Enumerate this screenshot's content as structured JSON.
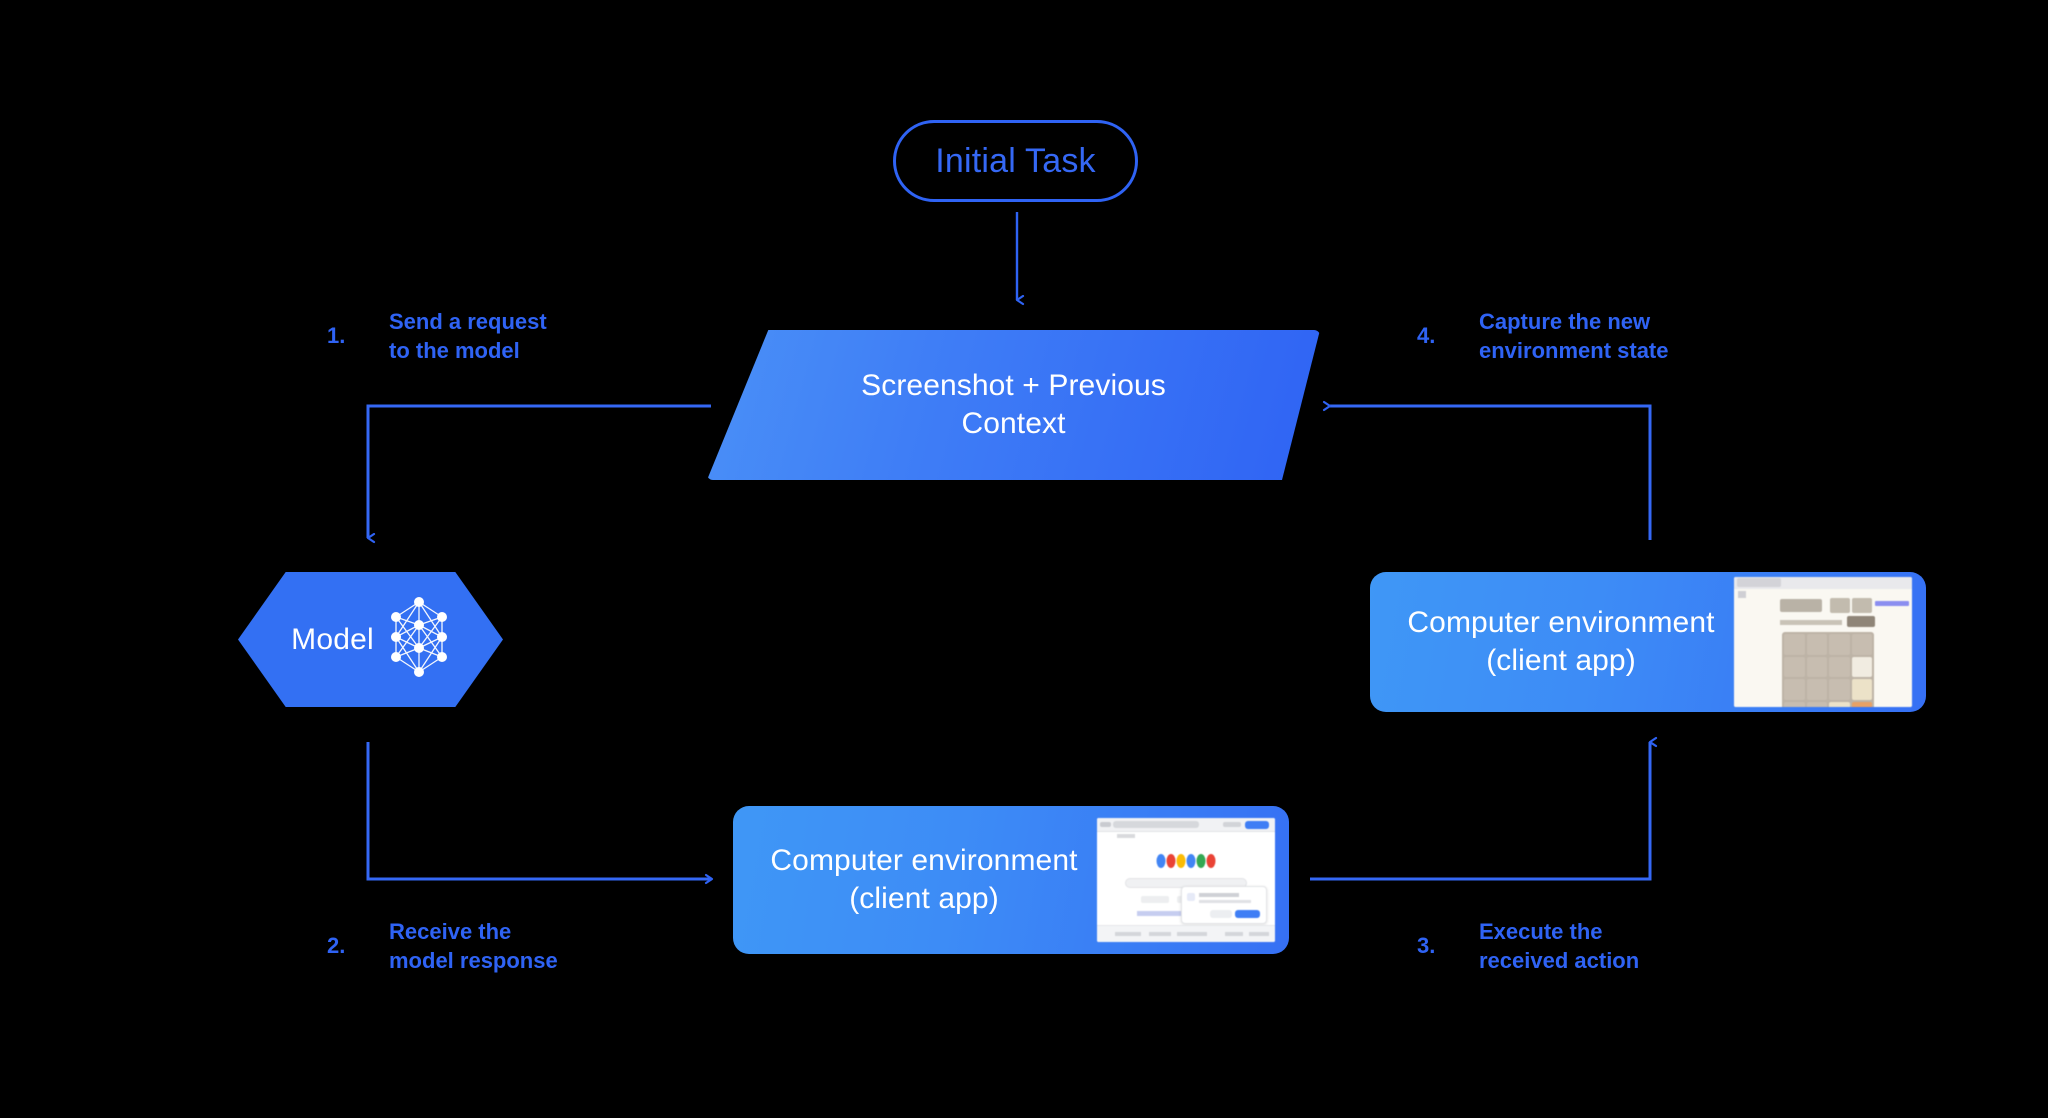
{
  "diagram": {
    "title": "Computer use agent loop",
    "background_color": "#000000",
    "accent_color": "#2f63f4",
    "nodes": {
      "initial_task": {
        "label": "Initial Task"
      },
      "context": {
        "line1": "Screenshot + Previous",
        "line2": "Context"
      },
      "model": {
        "label": "Model",
        "icon": "neural-network-icon"
      },
      "env_right": {
        "line1": "Computer environment",
        "line2": "(client app)",
        "thumbnail": "2048-game-screenshot"
      },
      "env_bottom": {
        "line1": "Computer environment",
        "line2": "(client app)",
        "thumbnail": "google-search-screenshot"
      }
    },
    "steps": [
      {
        "number": "1.",
        "text": "Send a request\nto the model"
      },
      {
        "number": "2.",
        "text": "Receive the\nmodel response"
      },
      {
        "number": "3.",
        "text": "Execute the\nreceived action"
      },
      {
        "number": "4.",
        "text": "Capture the new\nenvironment state"
      }
    ]
  }
}
